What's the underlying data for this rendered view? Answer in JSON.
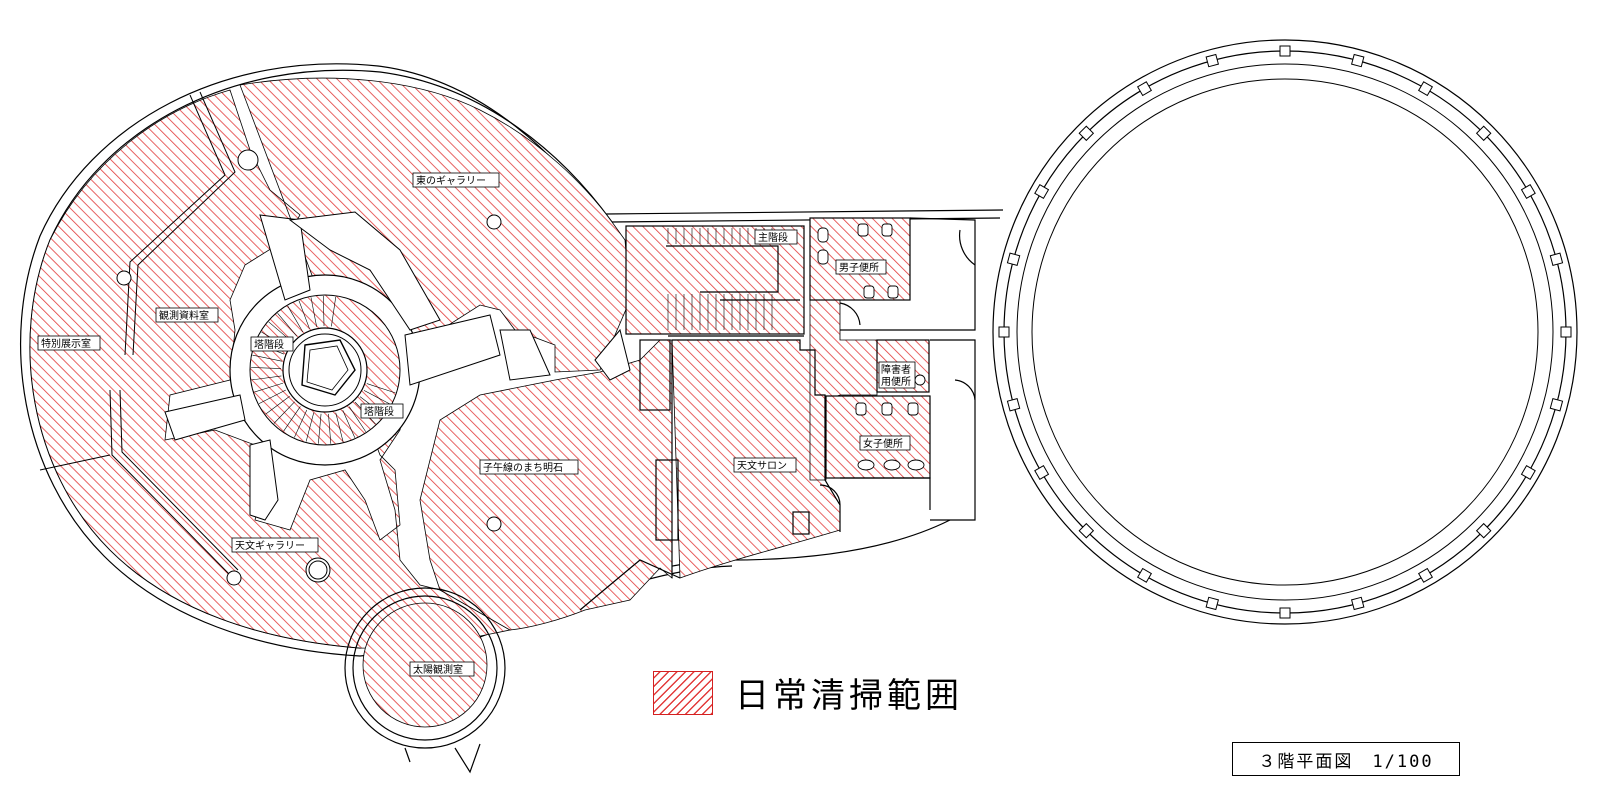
{
  "legend": {
    "label": "日常清掃範囲",
    "hatch_color": "#e23a3a"
  },
  "scale_note": "３階平面図　1/100",
  "rooms": {
    "special_exhibit": "特別展示室",
    "observation_data": "観測資料室",
    "east_gallery": "東のギャラリー",
    "tower_stairs_1": "塔階段",
    "tower_stairs_2": "塔階段",
    "meridian_town": "子午線のまち明石",
    "astronomy_gallery": "天文ギャラリー",
    "solar_observation": "太陽観測室",
    "main_stairs": "主階段",
    "astronomy_salon": "天文サロン",
    "mens_restroom": "男子便所",
    "accessible_restroom_1": "障害者",
    "accessible_restroom_2": "用便所",
    "womens_restroom": "女子便所"
  }
}
